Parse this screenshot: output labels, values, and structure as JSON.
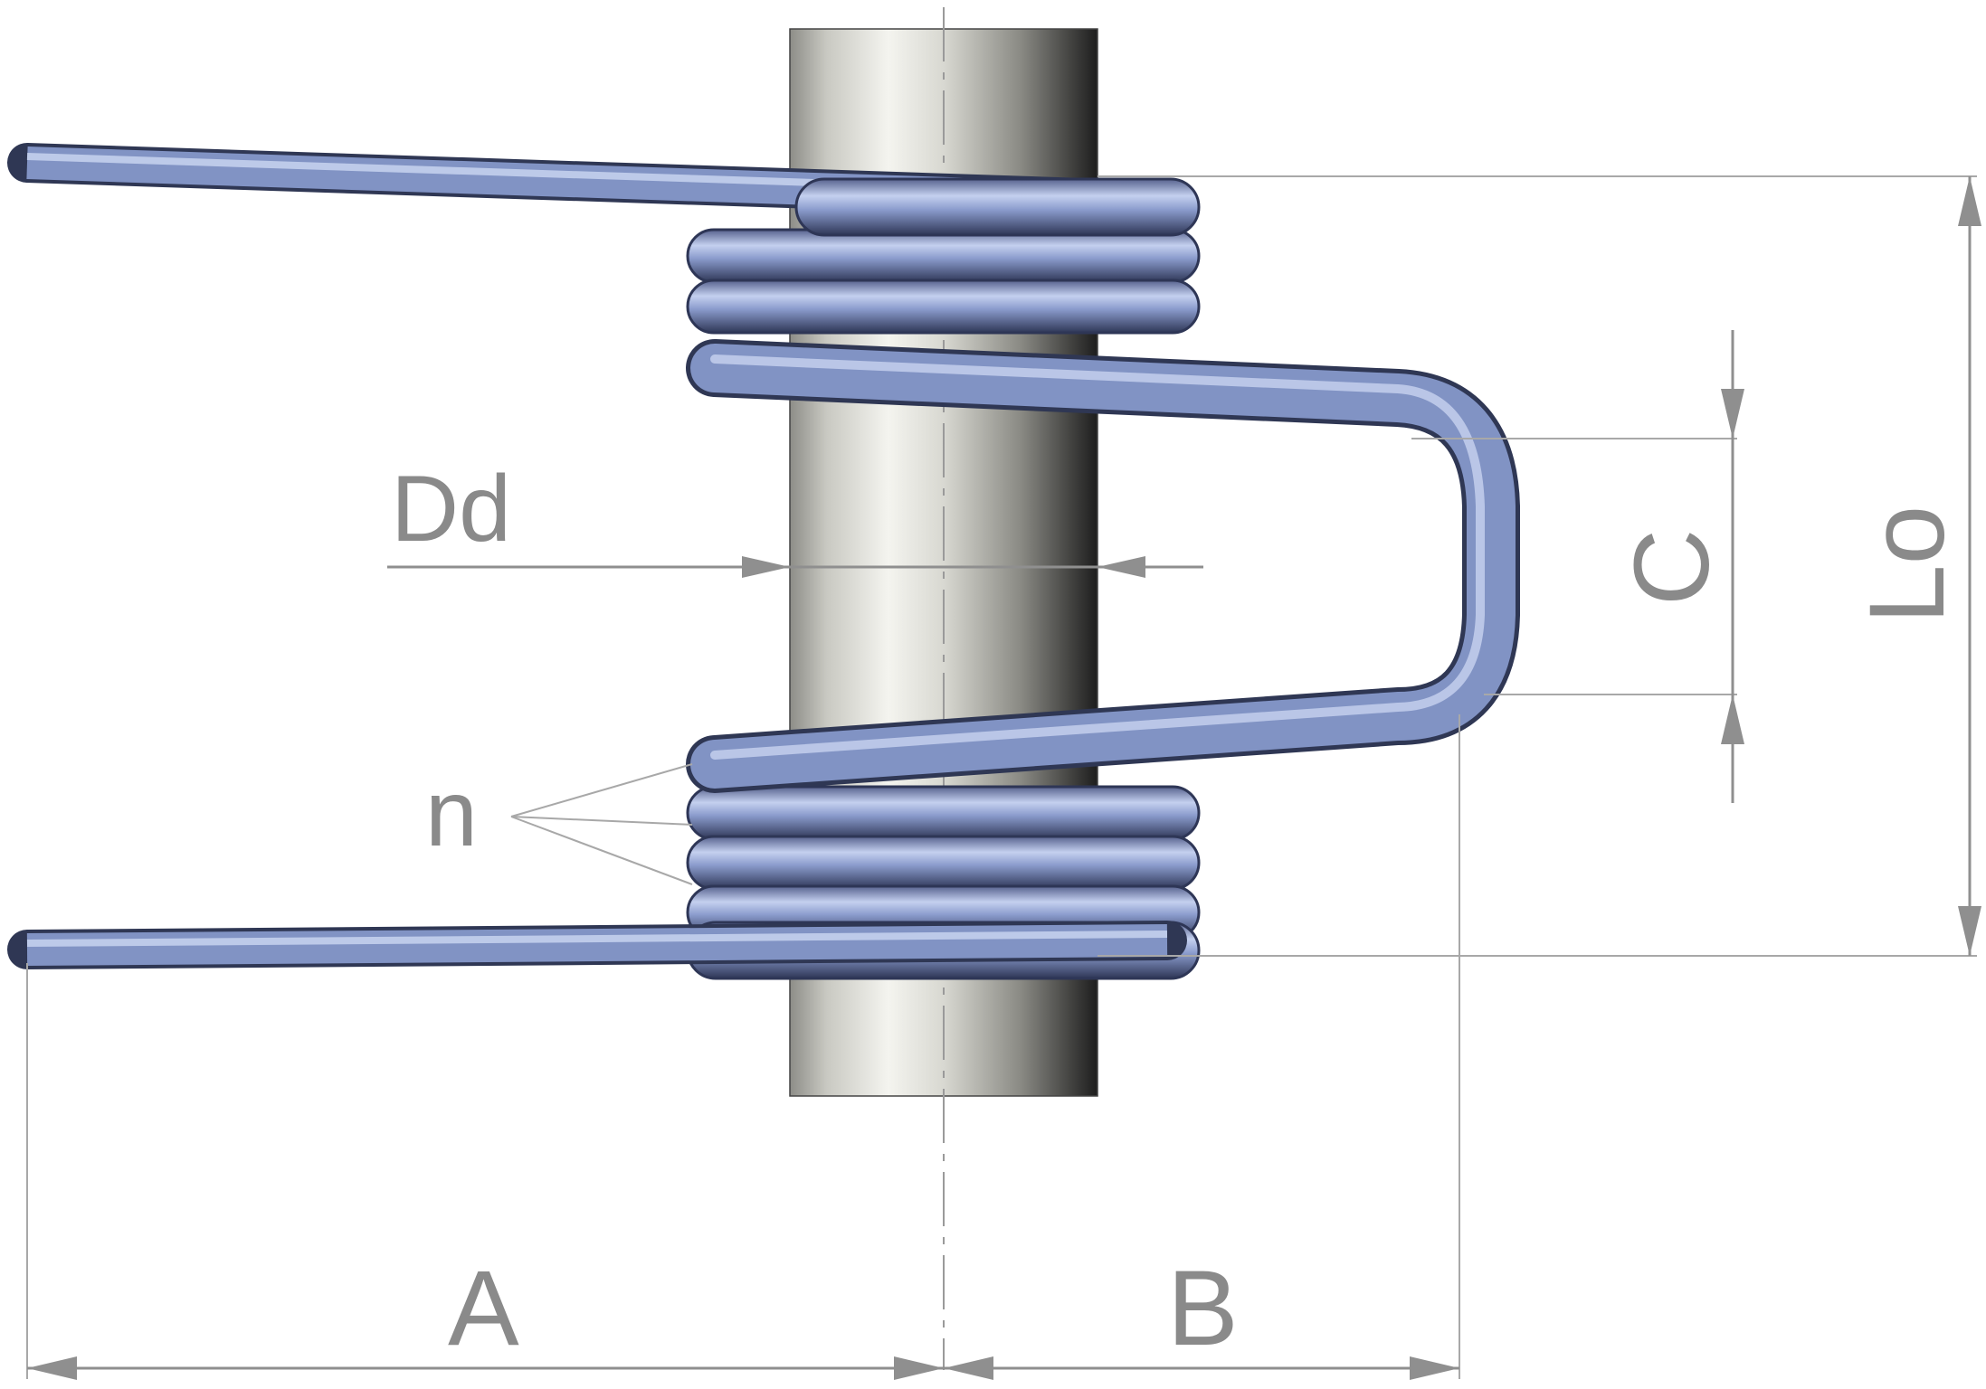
{
  "labels": {
    "Dd": "Dd",
    "n": "n",
    "A": "A",
    "B": "B",
    "C": "C",
    "Lo": "Lo"
  },
  "colors": {
    "wire": "#8193c4",
    "wire_dark": "#384266",
    "wire_light": "#c6d2ef",
    "shaft_light": "#f3f3ee",
    "shaft_dark": "#1f1f1f",
    "dimension": "#8a8a8a"
  }
}
